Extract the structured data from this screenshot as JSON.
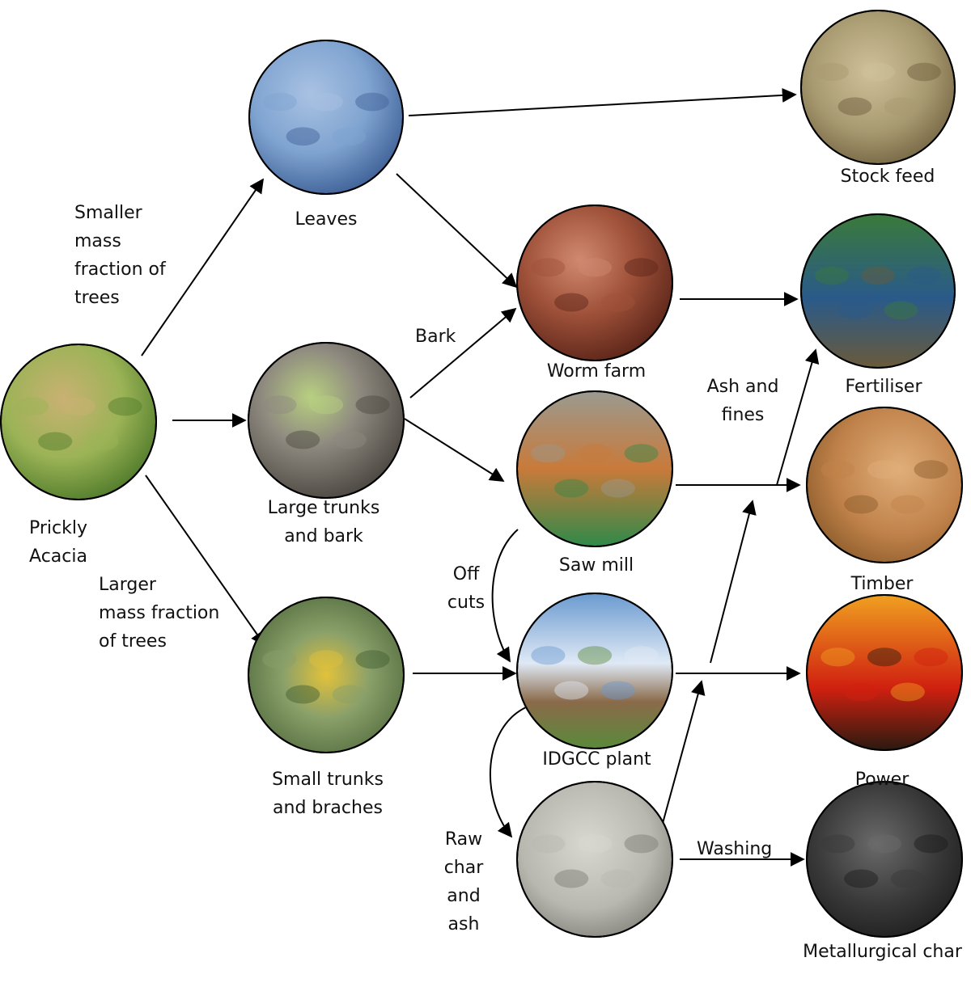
{
  "nodes": {
    "prickly_acacia": {
      "label": "Prickly\nAcacia",
      "colors": [
        "#9bb356",
        "#4f7a2a",
        "#c9b173"
      ]
    },
    "leaves": {
      "label": "Leaves",
      "colors": [
        "#7fa3d0",
        "#3d5f96",
        "#a9c2e3"
      ]
    },
    "large_trunks": {
      "label": "Large trunks\nand bark",
      "colors": [
        "#8f8a80",
        "#4a4640",
        "#b8d080"
      ]
    },
    "small_trunks": {
      "label": "Small trunks\nand braches",
      "colors": [
        "#8aa06a",
        "#3f5a2e",
        "#e2c23a"
      ]
    },
    "worm_farm": {
      "label": "Worm farm",
      "colors": [
        "#a0523a",
        "#5a2418",
        "#d08a70"
      ]
    },
    "saw_mill": {
      "label": "Saw mill",
      "colors": [
        "#9a9a90",
        "#2f8a4a",
        "#c87a3a"
      ]
    },
    "idgcc_plant": {
      "label": "IDGCC plant",
      "colors": [
        "#6a9ad0",
        "#dfe9f5",
        "#5a8a3a"
      ]
    },
    "raw_char": {
      "label": "",
      "colors": [
        "#b8b8b0",
        "#7a7a72",
        "#d8d8d0"
      ]
    },
    "stock_feed": {
      "label": "Stock feed",
      "colors": [
        "#a89a70",
        "#6a5a3a",
        "#cfc09a"
      ]
    },
    "fertiliser": {
      "label": "Fertiliser",
      "colors": [
        "#3a7a3a",
        "#2a5a8a",
        "#6a5a3a"
      ]
    },
    "timber": {
      "label": "Timber",
      "colors": [
        "#c0824a",
        "#8a5a2a",
        "#e0ae7a"
      ]
    },
    "power": {
      "label": "Power",
      "colors": [
        "#f0a020",
        "#d02010",
        "#2a1a10"
      ]
    },
    "metallurgical_char": {
      "label": "Metallurgical char",
      "colors": [
        "#3a3a3a",
        "#1a1a1a",
        "#6a6a6a"
      ]
    }
  },
  "edge_labels": {
    "smaller_fraction": "Smaller\nmass\nfraction of\ntrees",
    "larger_fraction": "Larger\nmass fraction\nof trees",
    "bark": "Bark",
    "ash_fines": "Ash and\nfines",
    "off_cuts": "Off\ncuts",
    "raw_char_ash": "Raw\nchar and\nash",
    "washing": "Washing"
  }
}
